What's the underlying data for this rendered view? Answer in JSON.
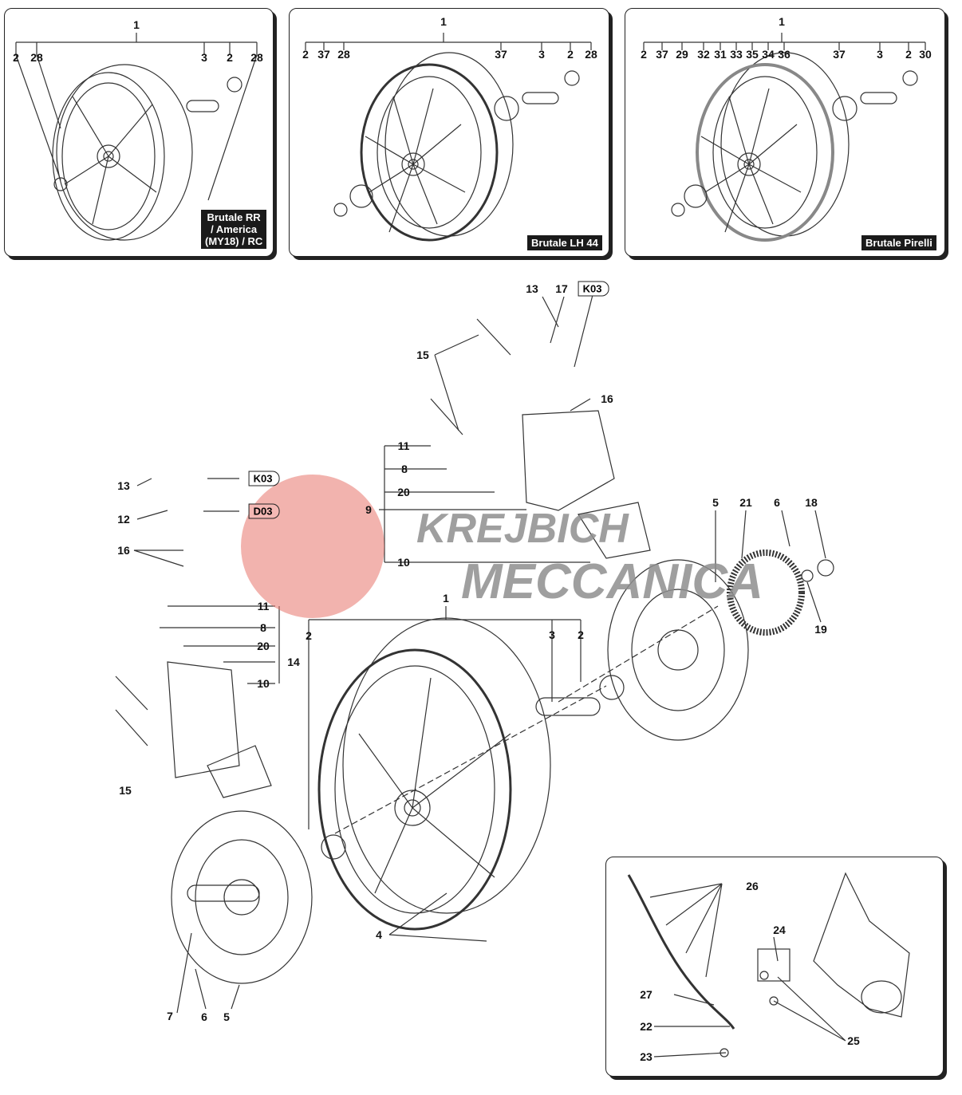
{
  "panels": [
    {
      "badge": [
        "Brutale RR",
        "/ America",
        "(MY18) / RC"
      ],
      "labels": [
        "1",
        "2",
        "28",
        "3",
        "2",
        "28"
      ]
    },
    {
      "badge": [
        "Brutale LH 44"
      ],
      "labels": [
        "1",
        "2",
        "37",
        "28",
        "37",
        "3",
        "2",
        "28"
      ]
    },
    {
      "badge": [
        "Brutale Pirelli"
      ],
      "labels": [
        "1",
        "2",
        "37",
        "29",
        "32",
        "31",
        "33",
        "35",
        "34",
        "36",
        "37",
        "3",
        "2",
        "30"
      ]
    }
  ],
  "main": {
    "labels": [
      "13",
      "17",
      "15",
      "16",
      "11",
      "8",
      "20",
      "9",
      "10",
      "5",
      "21",
      "6",
      "18",
      "19",
      "1",
      "2",
      "3",
      "2",
      "13",
      "12",
      "16",
      "11",
      "8",
      "20",
      "14",
      "10",
      "15",
      "4",
      "7",
      "6",
      "5"
    ],
    "refs": [
      "K03",
      "K03",
      "D03"
    ]
  },
  "inset": {
    "labels": [
      "26",
      "24",
      "27",
      "22",
      "25",
      "23"
    ]
  },
  "watermark": {
    "line1": "KREJBICH",
    "line2": "MECCANICA"
  },
  "colors": {
    "watermark_red": "#e8746c",
    "watermark_grey": "#8f8f8f",
    "badge": "#1a1a1a"
  }
}
